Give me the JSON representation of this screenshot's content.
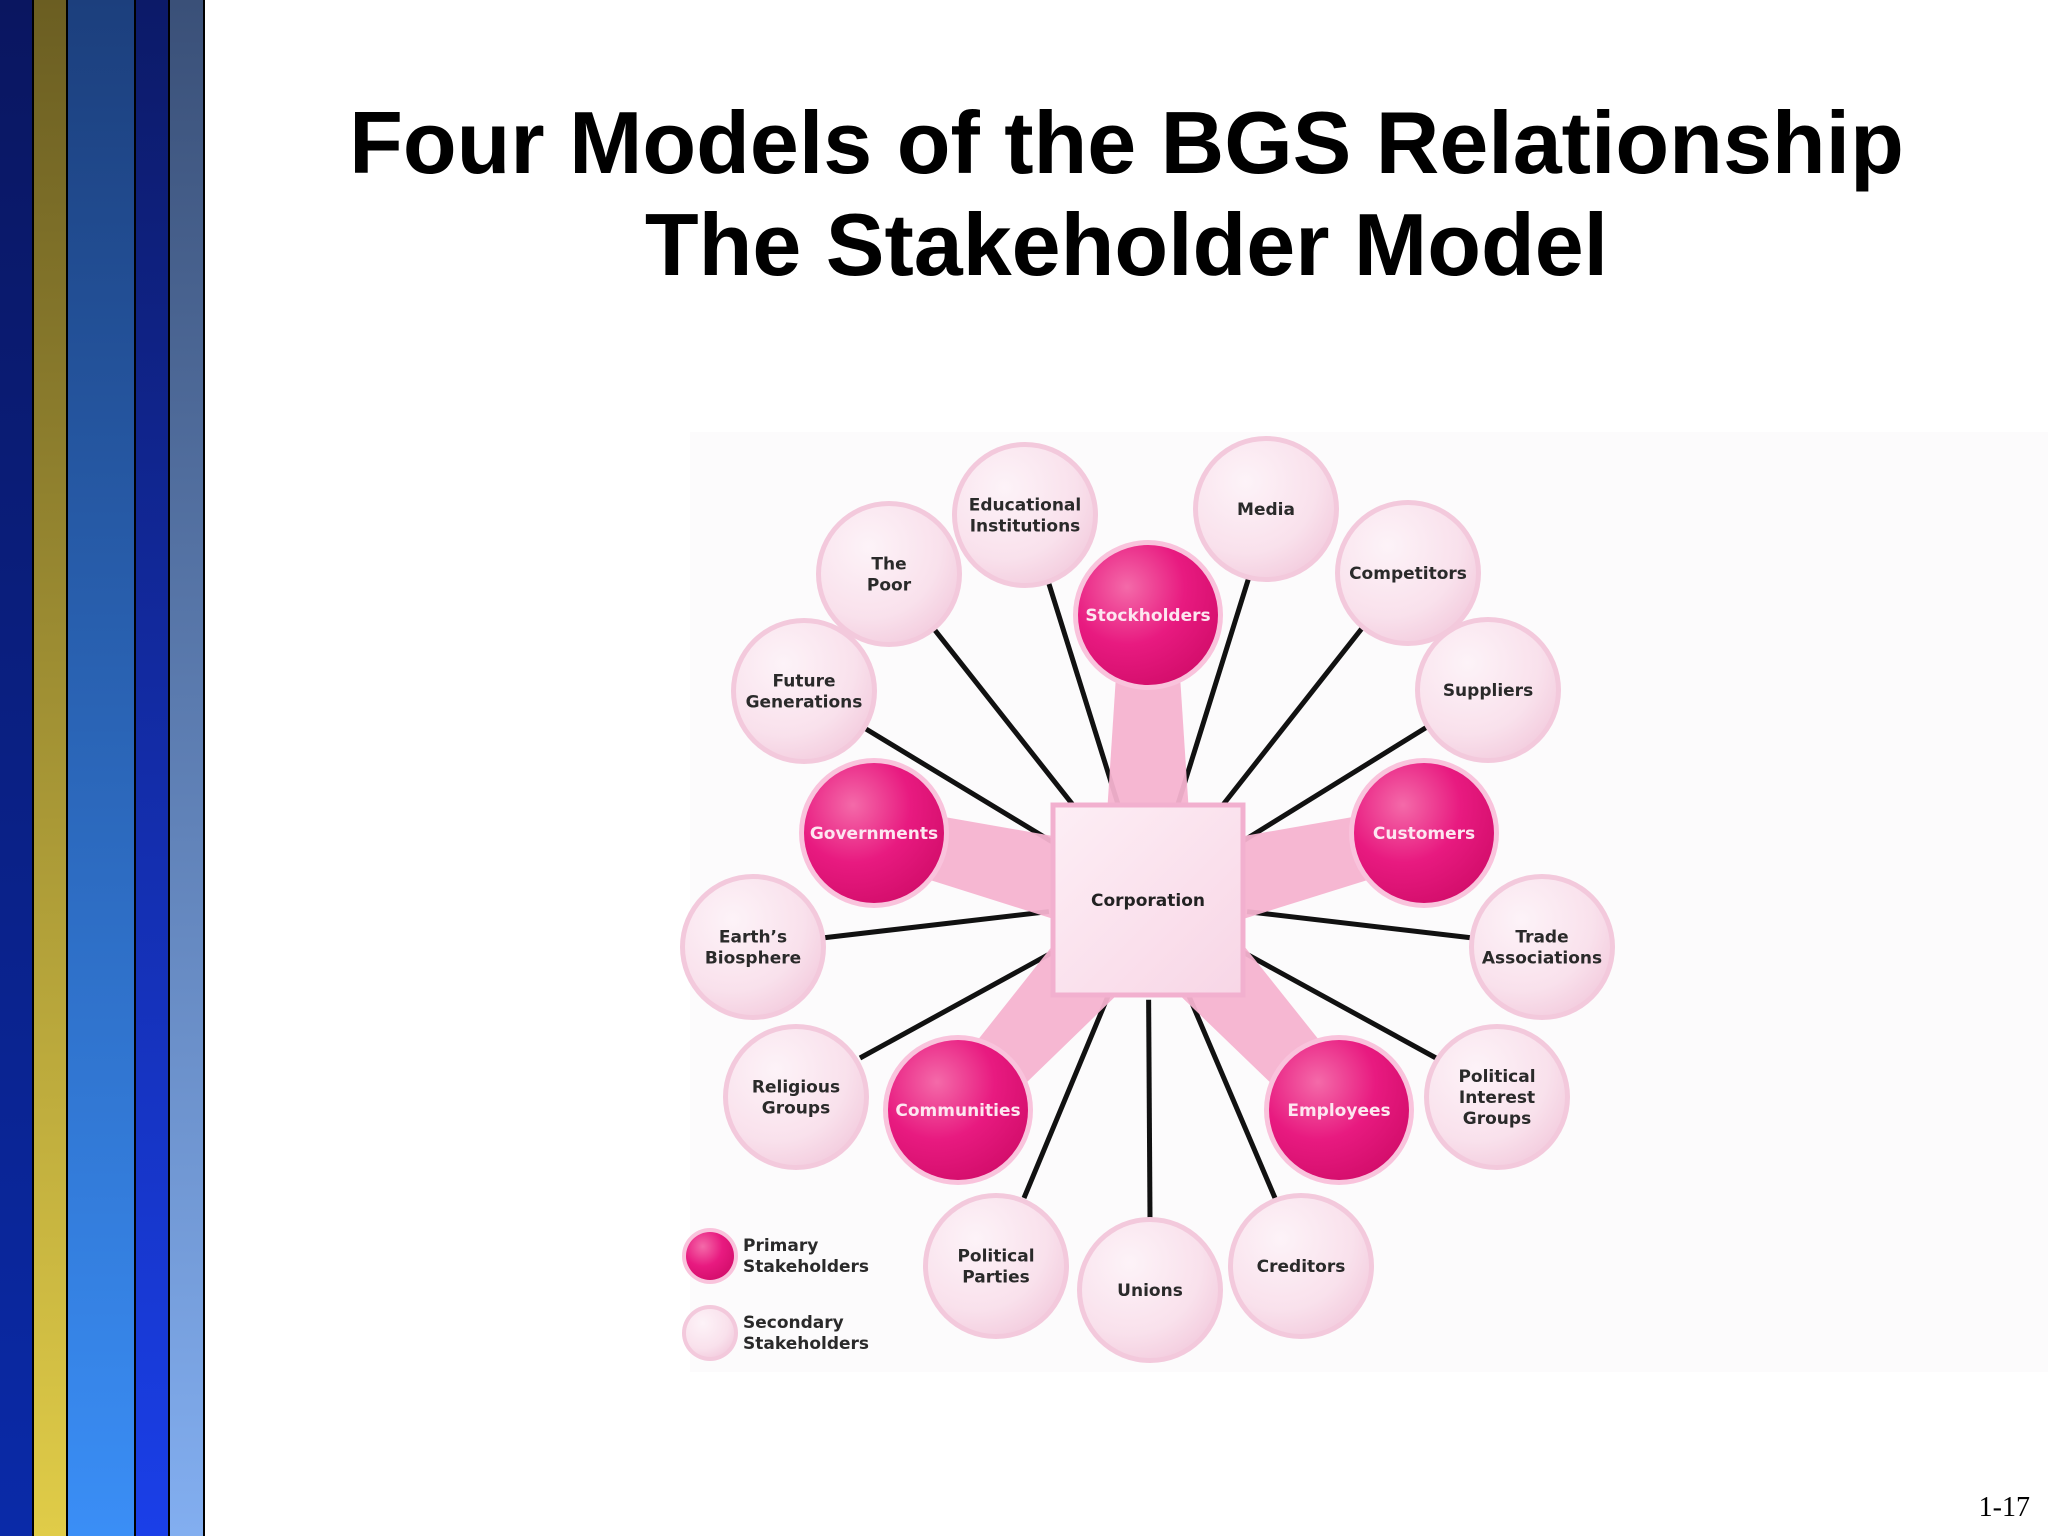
{
  "slide": {
    "title_line1": "Four Models of the BGS Relationship",
    "title_line2": "The Stakeholder Model",
    "page_number": "1-17"
  },
  "diagram": {
    "center": {
      "label": "Corporation"
    },
    "primary_stakeholders": [
      {
        "id": "stockholders",
        "label": "Stockholders"
      },
      {
        "id": "governments",
        "label": "Governments"
      },
      {
        "id": "customers",
        "label": "Customers"
      },
      {
        "id": "communities",
        "label": "Communities"
      },
      {
        "id": "employees",
        "label": "Employees"
      }
    ],
    "secondary_stakeholders": [
      {
        "id": "educational-institutions",
        "label": "Educational\nInstitutions"
      },
      {
        "id": "media",
        "label": "Media"
      },
      {
        "id": "the-poor",
        "label": "The\nPoor"
      },
      {
        "id": "competitors",
        "label": "Competitors"
      },
      {
        "id": "future-generations",
        "label": "Future\nGenerations"
      },
      {
        "id": "suppliers",
        "label": "Suppliers"
      },
      {
        "id": "earths-biosphere",
        "label": "Earth’s\nBiosphere"
      },
      {
        "id": "trade-associations",
        "label": "Trade\nAssociations"
      },
      {
        "id": "religious-groups",
        "label": "Religious\nGroups"
      },
      {
        "id": "political-interest-groups",
        "label": "Political\nInterest\nGroups"
      },
      {
        "id": "political-parties",
        "label": "Political\nParties"
      },
      {
        "id": "unions",
        "label": "Unions"
      },
      {
        "id": "creditors",
        "label": "Creditors"
      }
    ],
    "legend": [
      {
        "type": "primary",
        "label": "Primary\nStakeholders"
      },
      {
        "type": "secondary",
        "label": "Secondary\nStakeholders"
      }
    ],
    "colors": {
      "primary_fill": "#e5147a",
      "primary_ring": "#f9c3dc",
      "secondary_fill": "#f9e3ee",
      "secondary_ring": "#f3c9dc",
      "connector_line": "#111111",
      "primary_arm": "#f5b3d0",
      "center_fill": "#fbe3ef",
      "center_border": "#f2b0cf"
    }
  }
}
